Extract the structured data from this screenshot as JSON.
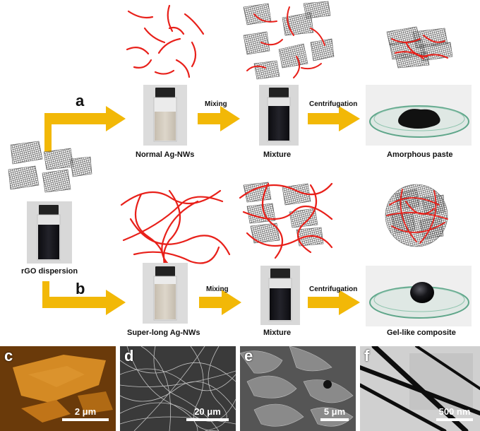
{
  "labels": {
    "route_a": "a",
    "route_b": "b",
    "rgo": "rGO dispersion",
    "normal": "Normal Ag-NWs",
    "mixture_top": "Mixture",
    "amorphous": "Amorphous paste",
    "superlong": "Super-long Ag-NWs",
    "mixture_bottom": "Mixture",
    "gel": "Gel-like composite"
  },
  "arrows": {
    "mixing_top": "Mixing",
    "centri_top": "Centrifugation",
    "mixing_bottom": "Mixing",
    "centri_bottom": "Centrifugation"
  },
  "panels": [
    {
      "letter": "c",
      "scale": "2 μm"
    },
    {
      "letter": "d",
      "scale": "20 μm"
    },
    {
      "letter": "e",
      "scale": "5 μm"
    },
    {
      "letter": "f",
      "scale": "500 nm"
    }
  ],
  "colors": {
    "arrow": "#f2b807",
    "nanowire": "#e8201a",
    "sheet": "#555555"
  }
}
